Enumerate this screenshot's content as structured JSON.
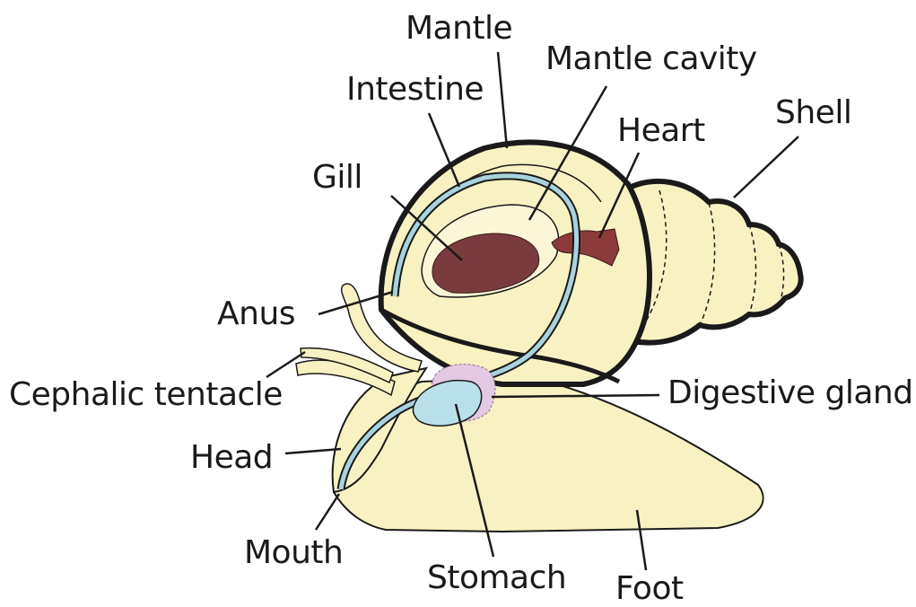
{
  "labels": {
    "mantle": "Mantle",
    "mantle_cavity": "Mantle cavity",
    "intestine": "Intestine",
    "heart": "Heart",
    "shell": "Shell",
    "gill": "Gill",
    "anus": "Anus",
    "cephalic_tentacle": "Cephalic tentacle",
    "digestive_gland": "Digestive gland",
    "head": "Head",
    "mouth": "Mouth",
    "stomach": "Stomach",
    "foot": "Foot"
  },
  "colors": {
    "body": "#f8f2c2",
    "outline": "#1a1a1a",
    "gill": "#7a3b3e",
    "heart": "#8c3a3a",
    "intestine": "#a9d3de",
    "stomach": "#b9e0ea",
    "digestive_gland": "#e4c9e2"
  }
}
